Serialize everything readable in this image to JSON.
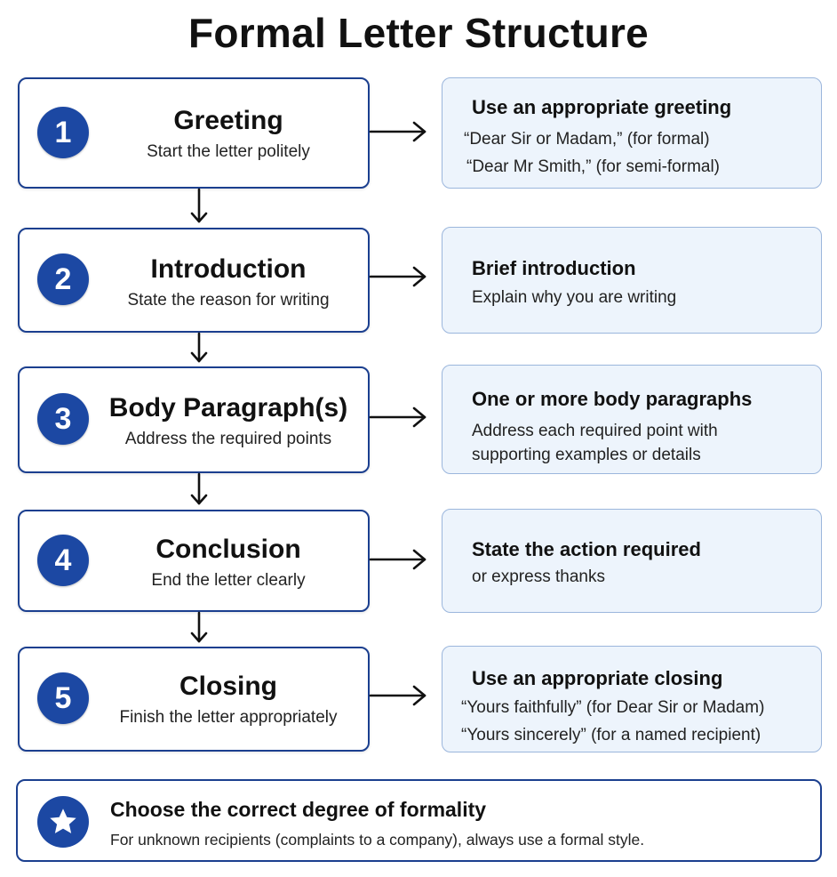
{
  "title": "Formal Letter Structure",
  "steps": [
    {
      "number": "1",
      "heading": "Greeting",
      "subtitle": "Start the letter politely",
      "detail": {
        "heading": "Use an appropriate greeting",
        "lines": [
          "“Dear Sir or Madam,” (for formal)",
          "“Dear Mr Smith,” (for semi-formal)"
        ]
      }
    },
    {
      "number": "2",
      "heading": "Introduction",
      "subtitle": "State the reason for writing",
      "detail": {
        "heading": "Brief introduction",
        "lines": [
          "Explain why you are writing"
        ]
      }
    },
    {
      "number": "3",
      "heading": "Body Paragraph(s)",
      "subtitle": "Address the required points",
      "detail": {
        "heading": "One or more body paragraphs",
        "lines": [
          "Address each required point with",
          "supporting examples or details"
        ]
      }
    },
    {
      "number": "4",
      "heading": "Conclusion",
      "subtitle": "End the letter clearly",
      "detail": {
        "heading": "State the action required",
        "lines": [
          "or express thanks"
        ]
      }
    },
    {
      "number": "5",
      "heading": "Closing",
      "subtitle": "Finish the letter appropriately",
      "detail": {
        "heading": "Use an appropriate closing",
        "lines": [
          "“Yours faithfully” (for Dear Sir or Madam)",
          "“Yours sincerely” (for a named recipient)"
        ]
      }
    }
  ],
  "footer": {
    "icon": "star-icon",
    "heading": "Choose the correct degree of formality",
    "text": "For unknown recipients (complaints to a company), always use a formal style."
  },
  "colors": {
    "accent": "#1c48a3",
    "border": "#1b3f8f",
    "detail_fill": "#edf4fc",
    "detail_border": "#9bb6dc",
    "connector": "#111111"
  }
}
